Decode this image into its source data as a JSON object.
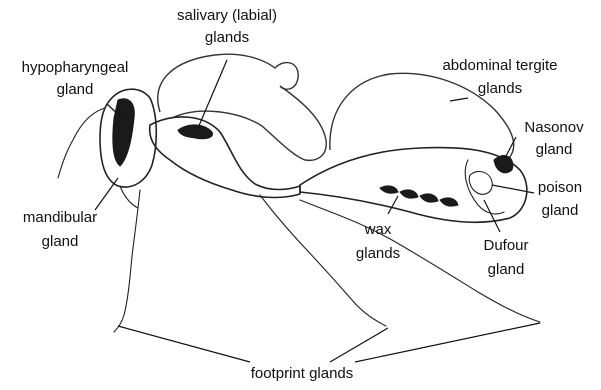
{
  "diagram": {
    "labels": {
      "salivary_line1": "salivary (labial)",
      "salivary_line2": "glands",
      "hypopharyngeal_line1": "hypopharyngeal",
      "hypopharyngeal_line2": "gland",
      "abdominal_line1": "abdominal tergite",
      "abdominal_line2": "glands",
      "nasonov_line1": "Nasonov",
      "nasonov_line2": "gland",
      "poison_line1": "poison",
      "poison_line2": "gland",
      "mandibular_line1": "mandibular",
      "mandibular_line2": "gland",
      "wax_line1": "wax",
      "wax_line2": "glands",
      "dufour_line1": "Dufour",
      "dufour_line2": "gland",
      "footprint": "footprint glands"
    }
  }
}
